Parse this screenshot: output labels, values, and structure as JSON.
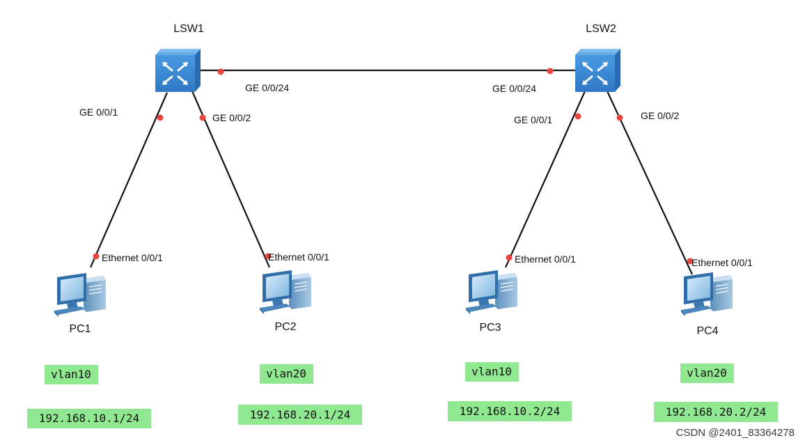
{
  "colors": {
    "link": "#111111",
    "port_dot": "#e8453c",
    "tag_background": "#90e990",
    "switch_body": "#3f8fd8"
  },
  "switches": [
    {
      "id": "lsw1",
      "name": "LSW1",
      "icon": "layer3-switch-icon"
    },
    {
      "id": "lsw2",
      "name": "LSW2",
      "icon": "layer3-switch-icon"
    }
  ],
  "pcs": [
    {
      "id": "pc1",
      "name": "PC1",
      "icon": "pc-icon",
      "port": "Ethernet 0/0/1",
      "vlan": "vlan10",
      "ip": "192.168.10.1/24"
    },
    {
      "id": "pc2",
      "name": "PC2",
      "icon": "pc-icon",
      "port": "Ethernet 0/0/1",
      "vlan": "vlan20",
      "ip": "192.168.20.1/24"
    },
    {
      "id": "pc3",
      "name": "PC3",
      "icon": "pc-icon",
      "port": "Ethernet 0/0/1",
      "vlan": "vlan10",
      "ip": "192.168.10.2/24"
    },
    {
      "id": "pc4",
      "name": "PC4",
      "icon": "pc-icon",
      "port": "Ethernet 0/0/1",
      "vlan": "vlan20",
      "ip": "192.168.20.2/24"
    }
  ],
  "links": [
    {
      "from": "LSW1",
      "from_port": "GE 0/0/24",
      "to": "LSW2",
      "to_port": "GE 0/0/24"
    },
    {
      "from": "LSW1",
      "from_port": "GE 0/0/1",
      "to": "PC1",
      "to_port": "Ethernet 0/0/1"
    },
    {
      "from": "LSW1",
      "from_port": "GE 0/0/2",
      "to": "PC2",
      "to_port": "Ethernet 0/0/1"
    },
    {
      "from": "LSW2",
      "from_port": "GE 0/0/1",
      "to": "PC3",
      "to_port": "Ethernet 0/0/1"
    },
    {
      "from": "LSW2",
      "from_port": "GE 0/0/2",
      "to": "PC4",
      "to_port": "Ethernet 0/0/1"
    }
  ],
  "watermark": "CSDN @2401_83364278"
}
